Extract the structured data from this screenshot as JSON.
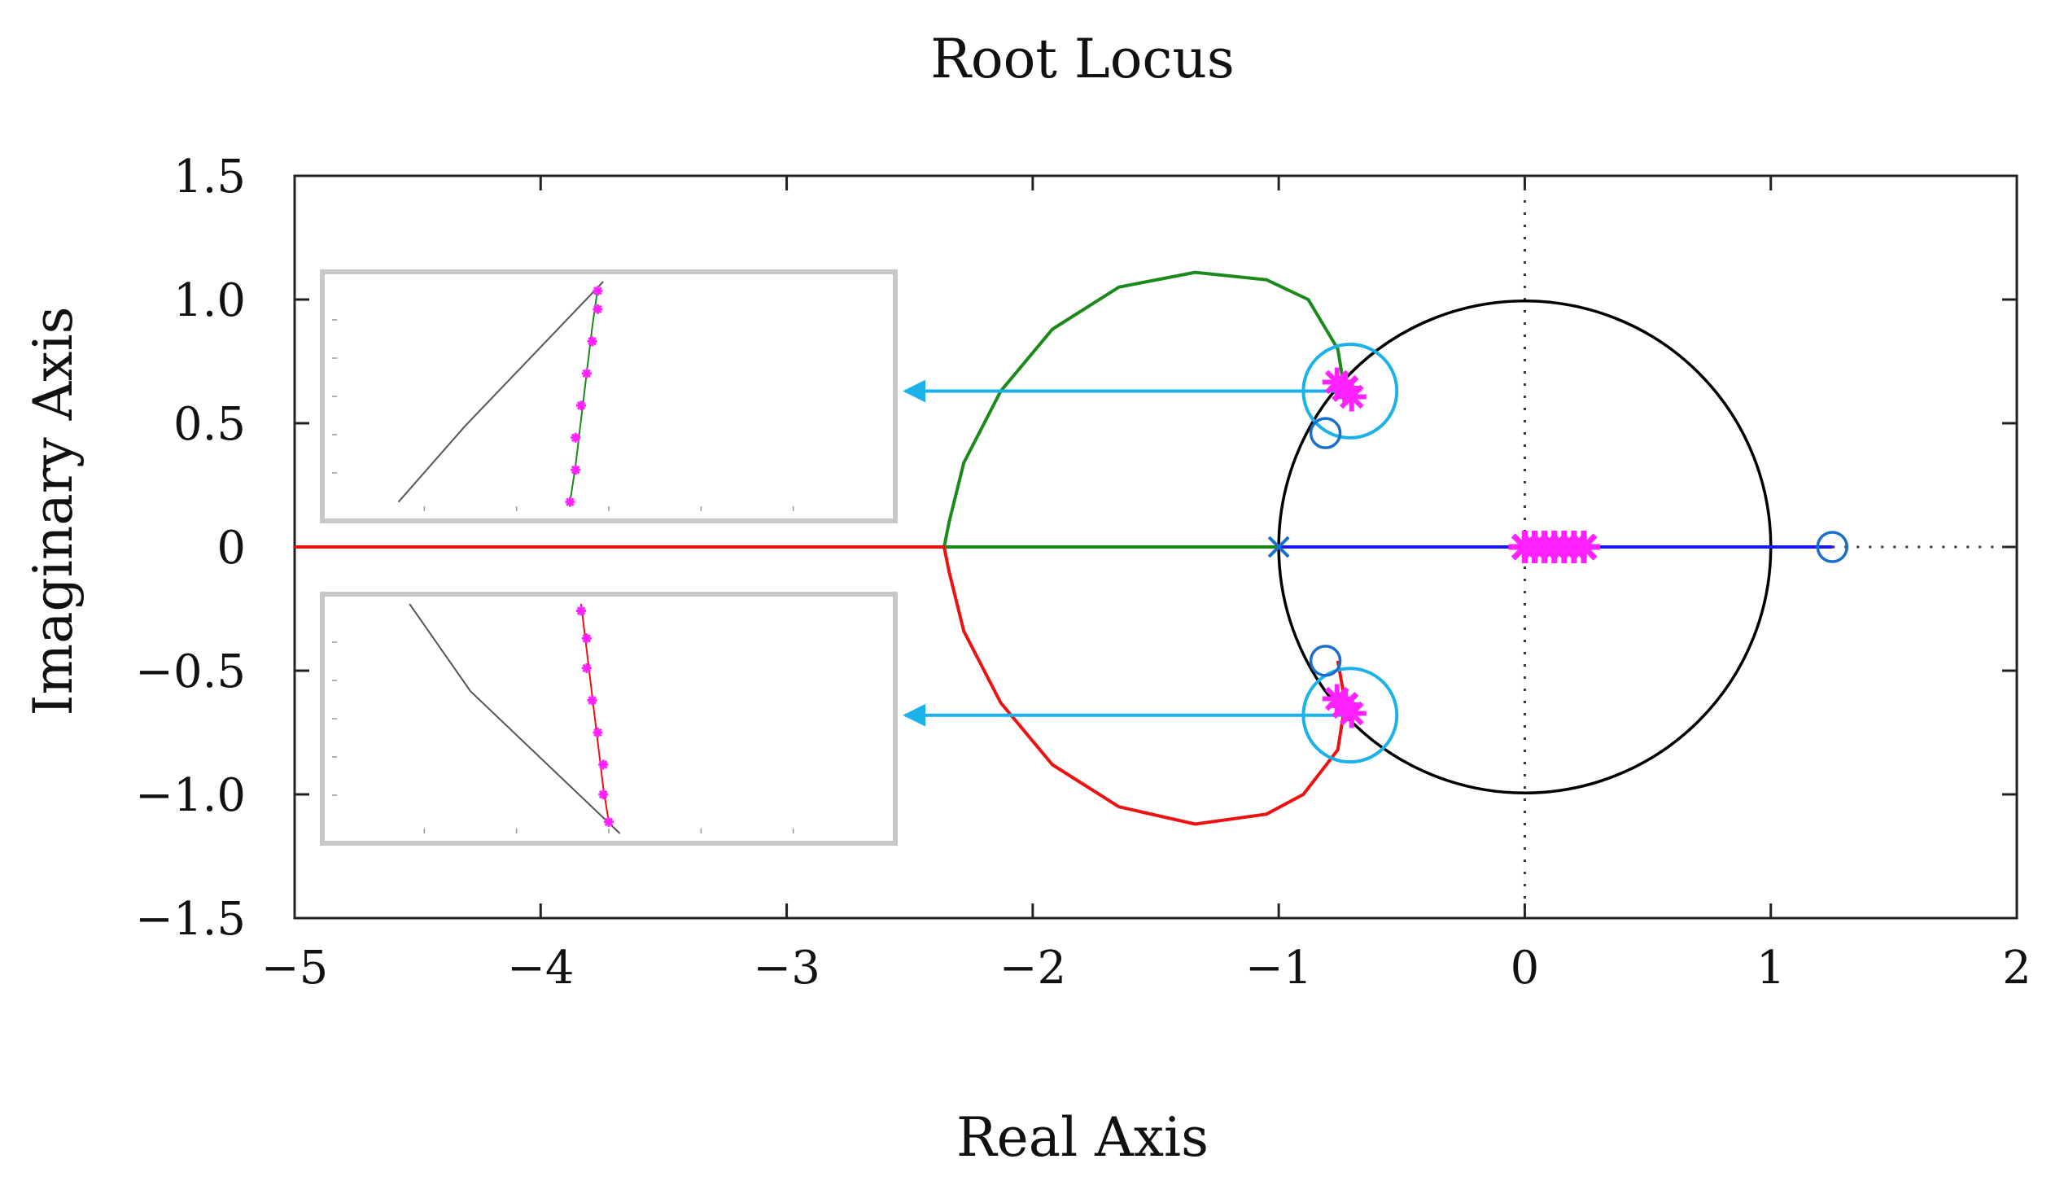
{
  "chart_data": {
    "type": "line",
    "title": "Root Locus",
    "xlabel": "Real Axis",
    "ylabel": "Imaginary Axis",
    "xlim": [
      -5,
      2
    ],
    "ylim": [
      -1.5,
      1.5
    ],
    "grid": false,
    "x_ticks": [
      -5,
      -4,
      -3,
      -2,
      -1,
      0,
      1,
      2
    ],
    "x_tick_labels": [
      "−5",
      "−4",
      "−3",
      "−2",
      "−1",
      "0",
      "1",
      "2"
    ],
    "y_ticks": [
      1.5,
      1.0,
      0.5,
      0,
      -0.5,
      -1.0,
      -1.5
    ],
    "y_tick_labels": [
      "1.5",
      "1.0",
      "0.5",
      "0",
      "−0.5",
      "−1.0",
      "−1.5"
    ],
    "reference_lines": {
      "vertical_dotted_at_x": 0,
      "horizontal_dotted_from_x": 1.25
    },
    "series": [
      {
        "color": "#000000",
        "kind": "unit-circle",
        "center": [
          0,
          0
        ],
        "radius": 1.0
      },
      {
        "color": "#1a8a1a",
        "points": [
          [
            -0.73,
            0.62
          ],
          [
            -0.76,
            0.8
          ],
          [
            -0.88,
            1.0
          ],
          [
            -1.05,
            1.08
          ],
          [
            -1.34,
            1.11
          ],
          [
            -1.65,
            1.05
          ],
          [
            -1.92,
            0.88
          ],
          [
            -2.13,
            0.63
          ],
          [
            -2.28,
            0.34
          ],
          [
            -2.34,
            0.1
          ],
          [
            -2.36,
            0.0
          ],
          [
            -1.0,
            0.0
          ]
        ]
      },
      {
        "color": "#ee1111",
        "points": [
          [
            -0.76,
            -0.46
          ],
          [
            -0.73,
            -0.63
          ],
          [
            -0.76,
            -0.82
          ],
          [
            -0.9,
            -1.0
          ],
          [
            -1.05,
            -1.08
          ],
          [
            -1.34,
            -1.12
          ],
          [
            -1.65,
            -1.05
          ],
          [
            -1.92,
            -0.88
          ],
          [
            -2.13,
            -0.63
          ],
          [
            -2.28,
            -0.34
          ],
          [
            -2.34,
            -0.1
          ],
          [
            -2.36,
            0.0
          ],
          [
            -5.0,
            0.0
          ]
        ]
      },
      {
        "color": "#1a1aee",
        "points": [
          [
            -1.0,
            0.0
          ],
          [
            1.25,
            0.0
          ]
        ]
      }
    ],
    "poles": [
      [
        -1.0,
        0.0
      ]
    ],
    "zeros": [
      [
        -0.81,
        0.46
      ],
      [
        -0.81,
        -0.46
      ],
      [
        1.25,
        0.0
      ]
    ],
    "closed_loop_markers": {
      "color": "#ff22ff",
      "points": [
        [
          -0.73,
          0.64
        ],
        [
          -0.73,
          -0.64
        ],
        [
          0.0,
          0.0
        ],
        [
          0.04,
          0.0
        ],
        [
          0.08,
          0.0
        ],
        [
          0.12,
          0.0
        ],
        [
          0.16,
          0.0
        ],
        [
          0.2,
          0.0
        ],
        [
          0.24,
          0.0
        ]
      ]
    },
    "highlight_circles": [
      {
        "color": "#1ab2e8",
        "center": [
          -0.71,
          0.63
        ],
        "radius": 0.19,
        "arrow_to": "upper-inset"
      },
      {
        "color": "#1ab2e8",
        "center": [
          -0.71,
          -0.68
        ],
        "radius": 0.19,
        "arrow_to": "lower-inset"
      }
    ],
    "insets": [
      {
        "position": "upper-left",
        "lines": [
          {
            "color": "#555555",
            "x": [
              0.12,
              0.24,
              0.49
            ],
            "y": [
              0.04,
              0.37,
              1.0
            ]
          },
          {
            "color": "#1a8a1a",
            "x": [
              0.43,
              0.44,
              0.45,
              0.46,
              0.47,
              0.48
            ],
            "y": [
              0.04,
              0.2,
              0.4,
              0.6,
              0.8,
              0.97
            ]
          }
        ],
        "markers": [
          [
            0.43,
            0.04
          ],
          [
            0.44,
            0.18
          ],
          [
            0.44,
            0.32
          ],
          [
            0.45,
            0.46
          ],
          [
            0.46,
            0.6
          ],
          [
            0.47,
            0.74
          ],
          [
            0.48,
            0.88
          ],
          [
            0.48,
            0.96
          ]
        ]
      },
      {
        "position": "lower-left",
        "lines": [
          {
            "color": "#555555",
            "x": [
              0.14,
              0.25,
              0.52
            ],
            "y": [
              1.0,
              0.62,
              0.0
            ]
          },
          {
            "color": "#ee1111",
            "x": [
              0.45,
              0.46,
              0.47,
              0.48,
              0.49,
              0.5
            ],
            "y": [
              1.0,
              0.8,
              0.6,
              0.4,
              0.2,
              0.05
            ]
          }
        ],
        "markers": [
          [
            0.45,
            0.97
          ],
          [
            0.46,
            0.85
          ],
          [
            0.46,
            0.72
          ],
          [
            0.47,
            0.58
          ],
          [
            0.48,
            0.44
          ],
          [
            0.49,
            0.3
          ],
          [
            0.49,
            0.17
          ],
          [
            0.5,
            0.05
          ]
        ]
      }
    ]
  }
}
